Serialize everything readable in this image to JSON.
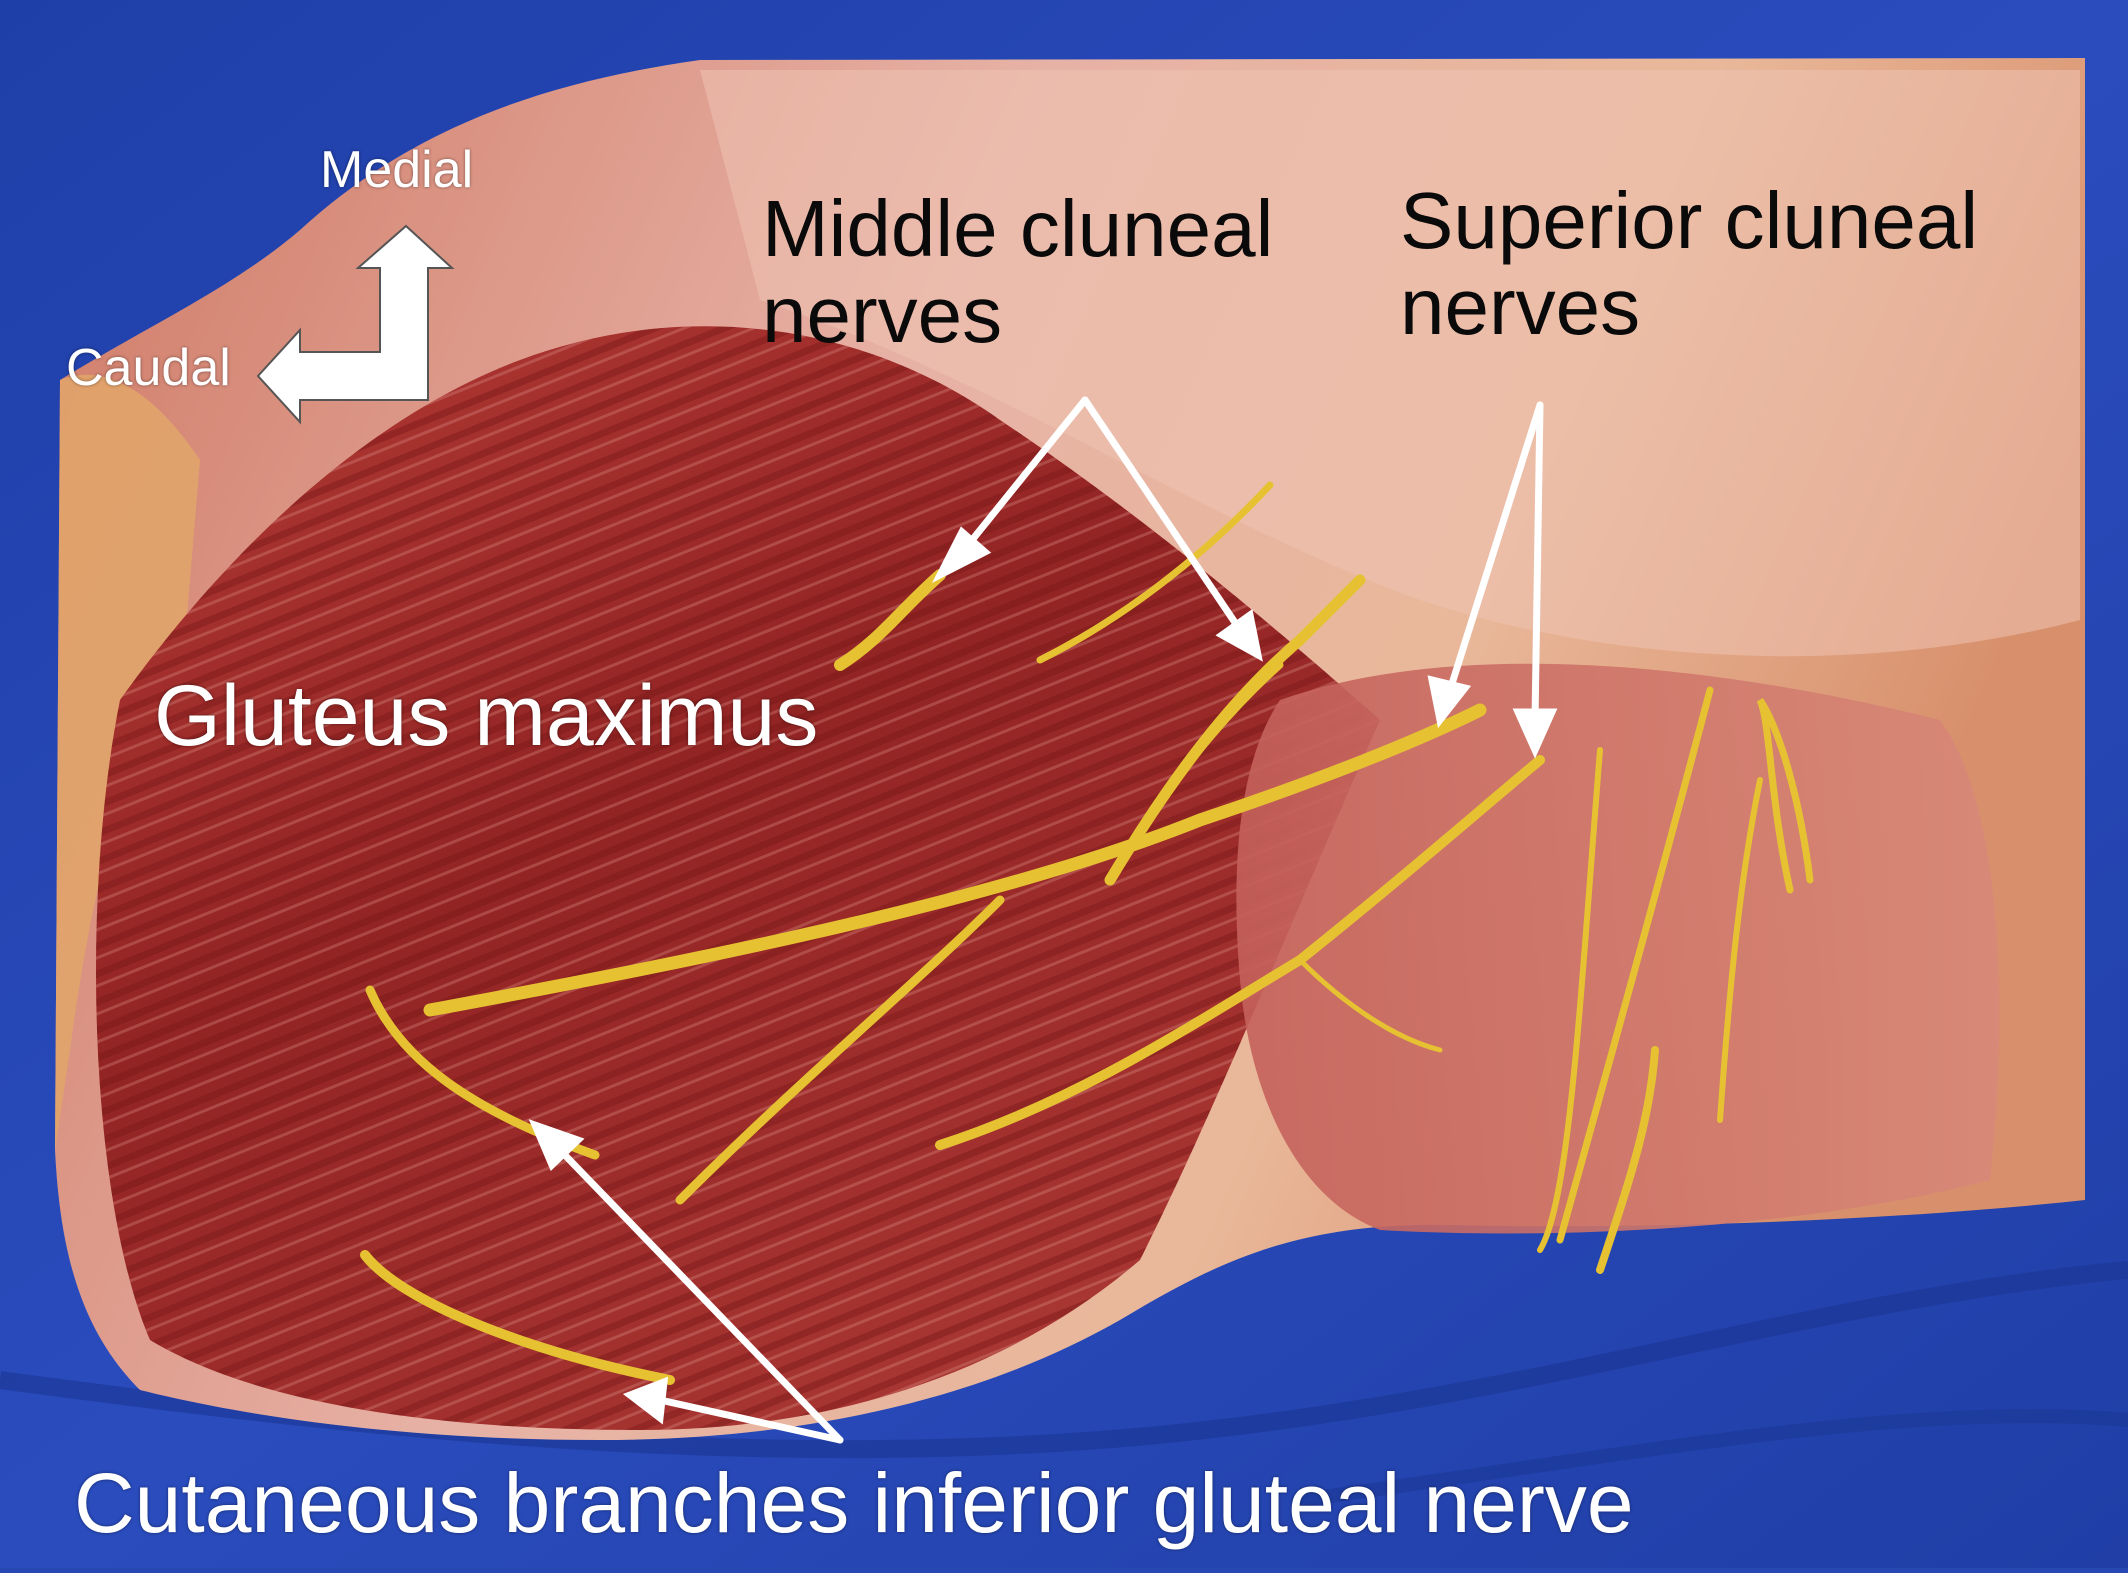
{
  "labels": {
    "medial": "Medial",
    "caudal": "Caudal",
    "middle_cluneal_line1": "Middle cluneal",
    "middle_cluneal_line2": "nerves",
    "superior_cluneal_line1": "Superior cluneal",
    "superior_cluneal_line2": "nerves",
    "gluteus_maximus": "Gluteus maximus",
    "cutaneous_branches": "Cutaneous branches inferior gluteal nerve"
  },
  "colors": {
    "drape": "#2848b4",
    "muscle": "#9a2a2a",
    "fascia": "#e0a49a",
    "nerve": "#e6c232",
    "arrow": "#ffffff",
    "text_dark": "#0a0a0a",
    "text_light": "#ffffff"
  }
}
